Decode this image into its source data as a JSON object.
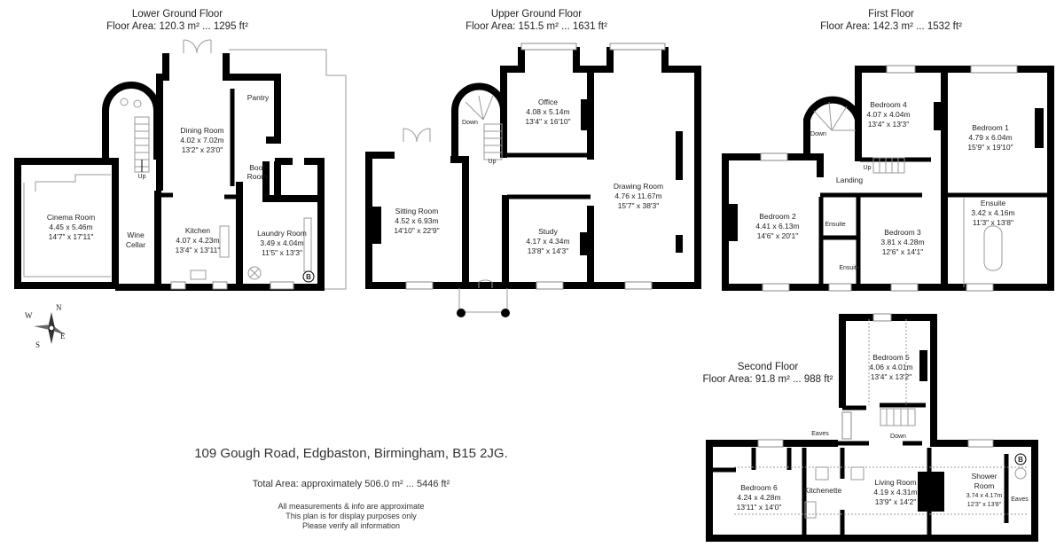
{
  "floors": [
    {
      "title": "Lower Ground Floor",
      "area": "Floor Area: 120.3 m² ... 1295 ft²",
      "rooms": [
        {
          "name": "Dining Room",
          "metric": "4.02 x 7.02m",
          "imperial": "13'2\" x 23'0\""
        },
        {
          "name": "Pantry"
        },
        {
          "name": "Boot",
          "name2": "Room"
        },
        {
          "name": "Cinema Room",
          "metric": "4.45 x 5.46m",
          "imperial": "14'7\" x 17'11\""
        },
        {
          "name": "Wine",
          "name2": "Cellar"
        },
        {
          "name": "Kitchen",
          "metric": "4.07 x 4.23m",
          "imperial": "13'4\" x 13'11\""
        },
        {
          "name": "Laundry Room",
          "metric": "3.49 x 4.04m",
          "imperial": "11'5\" x 13'3\""
        }
      ],
      "labels": {
        "up": "Up",
        "boiler": "B"
      }
    },
    {
      "title": "Upper Ground Floor",
      "area": "Floor Area: 151.5 m² ... 1631 ft²",
      "rooms": [
        {
          "name": "Office",
          "metric": "4.08 x 5.14m",
          "imperial": "13'4\" x 16'10\""
        },
        {
          "name": "Drawing Room",
          "metric": "4.76 x 11.67m",
          "imperial": "15'7\" x 38'3\""
        },
        {
          "name": "Sitting Room",
          "metric": "4.52 x 6.93m",
          "imperial": "14'10\" x 22'9\""
        },
        {
          "name": "Study",
          "metric": "4.17 x 4.34m",
          "imperial": "13'8\" x 14'3\""
        }
      ],
      "labels": {
        "down": "Down",
        "up": "Up"
      }
    },
    {
      "title": "First Floor",
      "area": "Floor Area: 142.3 m² ... 1532 ft²",
      "rooms": [
        {
          "name": "Bedroom 4",
          "metric": "4.07 x 4.04m",
          "imperial": "13'4\" x 13'3\""
        },
        {
          "name": "Bedroom 1",
          "metric": "4.79 x 6.04m",
          "imperial": "15'9\" x 19'10\""
        },
        {
          "name": "Landing"
        },
        {
          "name": "Bedroom 2",
          "metric": "4.41 x 6.13m",
          "imperial": "14'6\" x 20'1\""
        },
        {
          "name": "Bedroom 3",
          "metric": "3.81 x 4.28m",
          "imperial": "12'6\" x 14'1\""
        },
        {
          "name": "Ensuite",
          "metric": "3.42 x 4.16m",
          "imperial": "11'3\" x 13'8\""
        },
        {
          "name": "Ensuite"
        },
        {
          "name": "Ensuite"
        }
      ],
      "labels": {
        "down": "Down",
        "up": "Up"
      }
    },
    {
      "title": "Second Floor",
      "area": "Floor Area: 91.8 m² ... 988 ft²",
      "rooms": [
        {
          "name": "Bedroom 5",
          "metric": "4.06 x 4.01m",
          "imperial": "13'4\" x 13'2\""
        },
        {
          "name": "Bedroom 6",
          "metric": "4.24 x 4.28m",
          "imperial": "13'11\" x 14'0\""
        },
        {
          "name": "Kitchenette"
        },
        {
          "name": "Living Room",
          "metric": "4.19 x 4.31m",
          "imperial": "13'9\" x 14'2\""
        },
        {
          "name": "Shower",
          "name2": "Room",
          "metric": "3.74 x 4.17m",
          "imperial": "12'3\" x 13'8\""
        },
        {
          "name": "Eaves"
        },
        {
          "name": "Eaves"
        }
      ],
      "labels": {
        "down": "Down",
        "boiler": "B"
      }
    }
  ],
  "compass": {
    "n": "N",
    "s": "S",
    "e": "E",
    "w": "W"
  },
  "address": "109 Gough Road, Edgbaston, Birmingham, B15 2JG.",
  "total_area": "Total Area: approximately 506.0 m² ... 5446 ft²",
  "disclaimer": [
    "All measurements & info are approximate",
    "This plan is for display purposes only",
    "Please verify all information"
  ]
}
